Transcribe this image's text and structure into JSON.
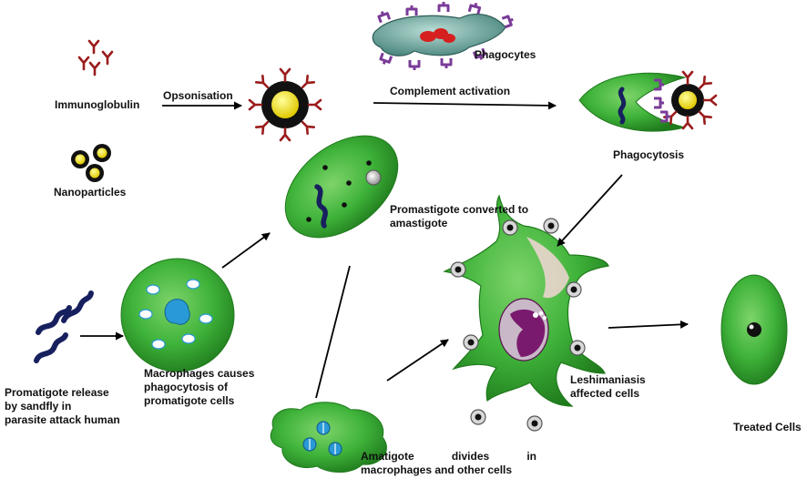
{
  "labels": {
    "immunoglobulin": "Immunoglobulin",
    "opsonisation": "Opsonisation",
    "nanoparticles": "Nanoparticles",
    "complement_activation": "Complement activation",
    "phagocytes": "Phagocytes",
    "phagocytosis": "Phagocytosis",
    "promastigote_converted": "Promastigote converted to\namastigote",
    "promastigote_release": "Promatigote release\nby sandfly in\nparasite attack human",
    "macrophages_phagocytosis": "Macrophages causes\nphagocytosis of\npromatigote cells",
    "amatigote_divides_line1": "Amatigote divides in",
    "amatigote_divides_line2": "macrophages and other cells",
    "leshimaniasis_affected": "Leshimaniasis\naffected cells",
    "treated_cells": "Treated Cells"
  },
  "colors": {
    "cell_green": "#3fb33a",
    "cell_green_dark": "#1f7a1c",
    "antibody_red": "#9b1c1c",
    "nanoparticle_yellow": "#f2e600",
    "receptor_purple": "#7a3c98",
    "phagocyte_teal": "#5fa39a",
    "parasite_navy": "#17205e",
    "nucleus_blue": "#2a9ad6",
    "nucleus_purple": "#7a1a6e"
  },
  "icons": {
    "immunoglobulin": "y-shaped-antibody-icon",
    "nanoparticle": "yellow-nanoparticle-icon",
    "promastigote": "wavy-parasite-icon"
  }
}
